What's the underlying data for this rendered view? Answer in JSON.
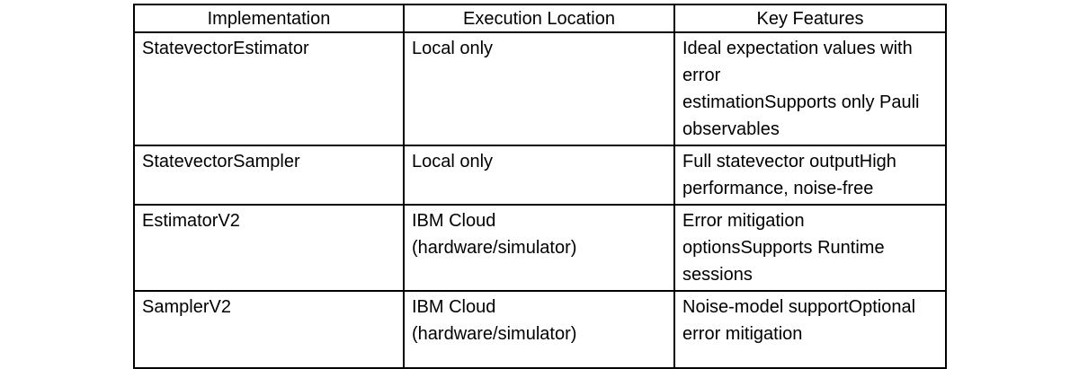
{
  "table": {
    "name": "qiskit-primitive-implementations-comparison",
    "columns": [
      {
        "key": "implementation",
        "header": "Implementation"
      },
      {
        "key": "execution_location",
        "header": "Execution Location"
      },
      {
        "key": "key_features",
        "header": "Key Features"
      }
    ],
    "headers": {
      "implementation": "Implementation",
      "execution_location": "Execution Location",
      "key_features": "Key Features"
    },
    "rows": [
      {
        "implementation": "StatevectorEstimator",
        "execution_location": "Local only",
        "key_features": "Ideal expectation values with error\nestimationSupports only Pauli observables"
      },
      {
        "implementation": "StatevectorSampler",
        "execution_location": "Local only",
        "key_features": "Full statevector outputHigh performance, noise-free"
      },
      {
        "implementation": "EstimatorV2",
        "execution_location": "IBM Cloud\n(hardware/simulator)",
        "key_features": "Error mitigation optionsSupports Runtime sessions"
      },
      {
        "implementation": "SamplerV2",
        "execution_location": "IBM Cloud\n(hardware/simulator)",
        "key_features": "Noise-model supportOptional error mitigation"
      }
    ]
  },
  "style": {
    "background_color": "#ffffff",
    "border_color": "#000000",
    "text_color": "#000000"
  }
}
